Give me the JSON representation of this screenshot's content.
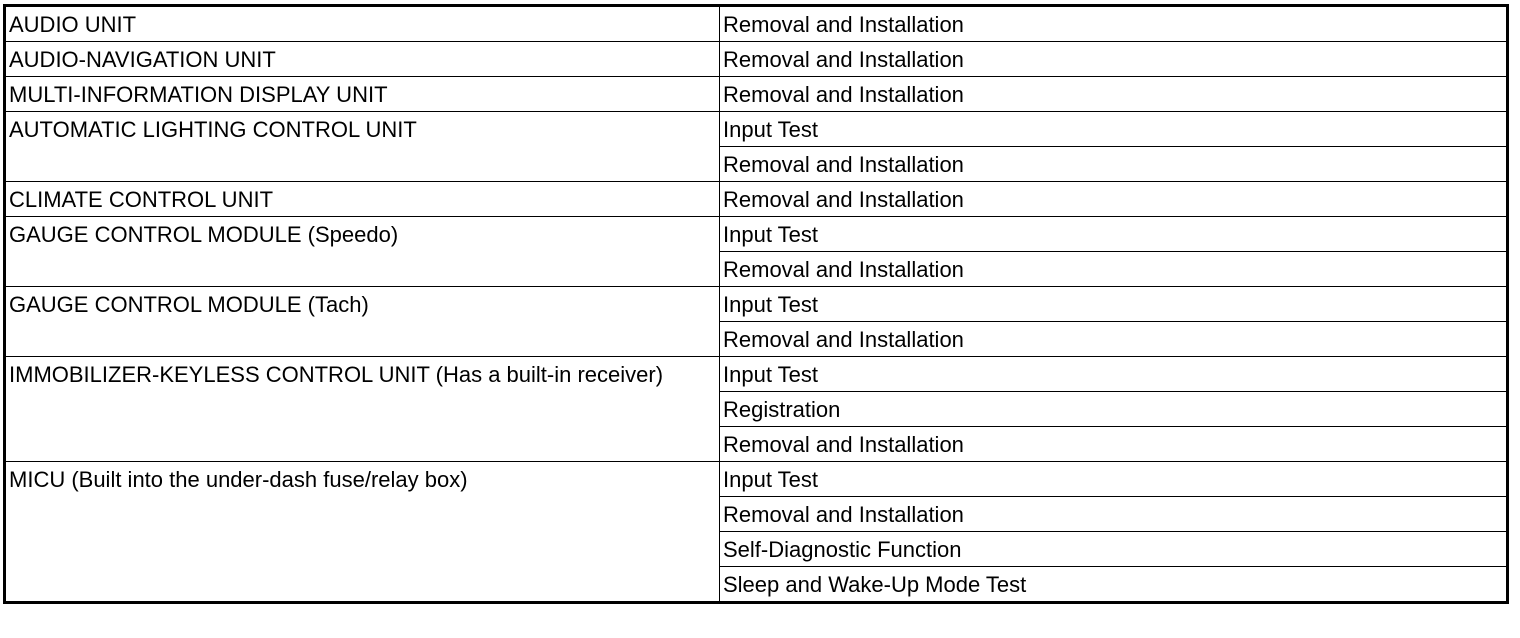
{
  "table": {
    "groups": [
      {
        "component": "AUDIO UNIT",
        "procedures": [
          "Removal and Installation"
        ]
      },
      {
        "component": "AUDIO-NAVIGATION UNIT",
        "procedures": [
          "Removal and Installation"
        ]
      },
      {
        "component": "MULTI-INFORMATION DISPLAY UNIT",
        "procedures": [
          "Removal and Installation"
        ]
      },
      {
        "component": "AUTOMATIC LIGHTING CONTROL UNIT",
        "procedures": [
          "Input Test",
          "Removal and Installation"
        ]
      },
      {
        "component": "CLIMATE CONTROL UNIT",
        "procedures": [
          "Removal and Installation"
        ]
      },
      {
        "component": "GAUGE CONTROL MODULE (Speedo)",
        "procedures": [
          "Input Test",
          "Removal and Installation"
        ]
      },
      {
        "component": "GAUGE CONTROL MODULE (Tach)",
        "procedures": [
          "Input Test",
          "Removal and Installation"
        ]
      },
      {
        "component": "IMMOBILIZER-KEYLESS CONTROL UNIT (Has a built-in receiver)",
        "procedures": [
          "Input Test",
          "Registration",
          "Removal and Installation"
        ]
      },
      {
        "component": "MICU (Built into the under-dash fuse/relay box)",
        "procedures": [
          "Input Test",
          "Removal and Installation",
          "Self-Diagnostic Function",
          "Sleep and Wake-Up Mode Test"
        ]
      }
    ]
  }
}
